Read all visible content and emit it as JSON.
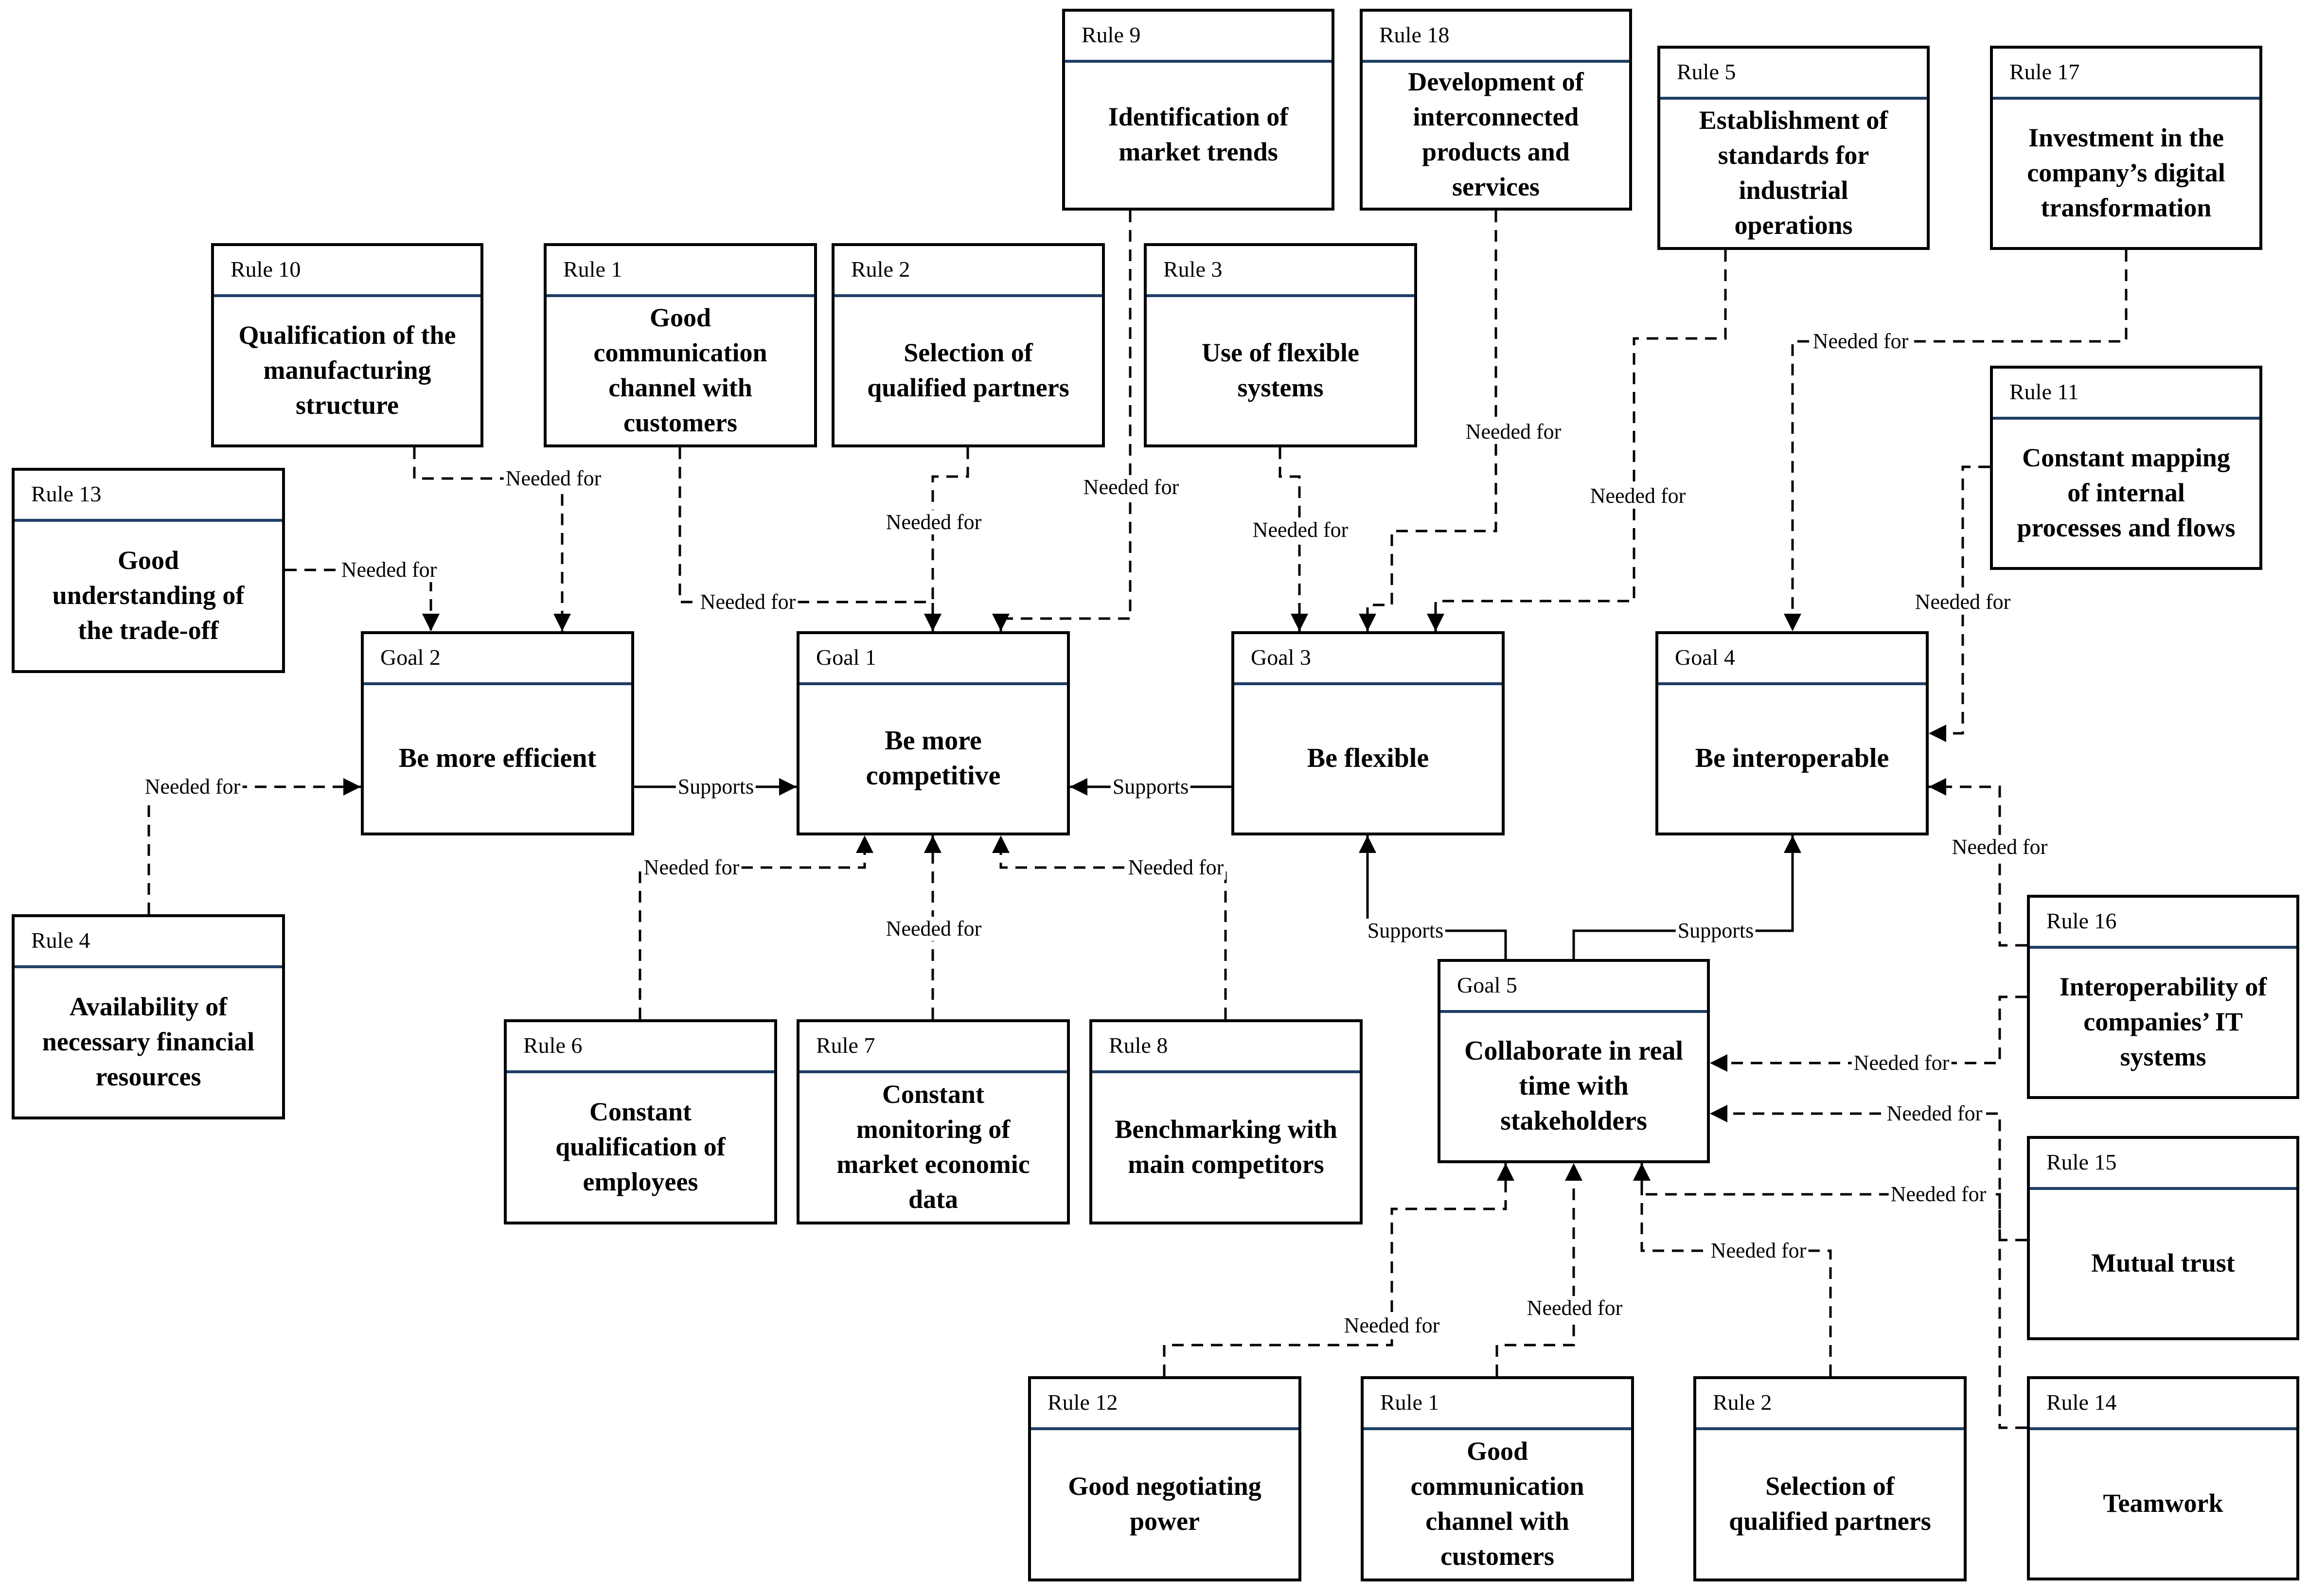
{
  "nodes": {
    "rule9": {
      "id": "Rule 9",
      "text": "Identification of\nmarket trends"
    },
    "rule18": {
      "id": "Rule 18",
      "text": "Development of\ninterconnected\nproducts and\nservices"
    },
    "rule5": {
      "id": "Rule 5",
      "text": "Establishment of\nstandards for\nindustrial\noperations"
    },
    "rule17": {
      "id": "Rule 17",
      "text": "Investment in the\ncompany’s digital\ntransformation"
    },
    "rule10": {
      "id": "Rule 10",
      "text": "Qualification of the\nmanufacturing\nstructure"
    },
    "rule1a": {
      "id": "Rule 1",
      "text": "Good\ncommunication\nchannel with\ncustomers"
    },
    "rule2a": {
      "id": "Rule 2",
      "text": "Selection of\nqualified partners"
    },
    "rule3": {
      "id": "Rule 3",
      "text": "Use of flexible\nsystems"
    },
    "rule11": {
      "id": "Rule 11",
      "text": "Constant mapping\nof internal\nprocesses and flows"
    },
    "rule13": {
      "id": "Rule 13",
      "text": "Good\nunderstanding of\nthe trade-off"
    },
    "goal2": {
      "id": "Goal 2",
      "text": "Be more efficient"
    },
    "goal1": {
      "id": "Goal 1",
      "text": "Be more\ncompetitive"
    },
    "goal3": {
      "id": "Goal 3",
      "text": "Be flexible"
    },
    "goal4": {
      "id": "Goal 4",
      "text": "Be interoperable"
    },
    "rule4": {
      "id": "Rule 4",
      "text": "Availability of\nnecessary financial\nresources"
    },
    "rule6": {
      "id": "Rule 6",
      "text": "Constant\nqualification of\nemployees"
    },
    "rule7": {
      "id": "Rule 7",
      "text": "Constant\nmonitoring of\nmarket economic\ndata"
    },
    "rule8": {
      "id": "Rule 8",
      "text": "Benchmarking with\nmain competitors"
    },
    "goal5": {
      "id": "Goal 5",
      "text": "Collaborate in real\ntime with\nstakeholders"
    },
    "rule16": {
      "id": "Rule 16",
      "text": "Interoperability of\ncompanies’ IT\nsystems"
    },
    "rule15": {
      "id": "Rule 15",
      "text": "Mutual trust"
    },
    "rule14": {
      "id": "Rule 14",
      "text": "Teamwork"
    },
    "rule12": {
      "id": "Rule 12",
      "text": "Good negotiating\npower"
    },
    "rule1b": {
      "id": "Rule 1",
      "text": "Good\ncommunication\nchannel with\ncustomers"
    },
    "rule2b": {
      "id": "Rule 2",
      "text": "Selection of\nqualified partners"
    }
  },
  "edge_labels": {
    "needed_for": "Needed for",
    "supports": "Supports"
  },
  "edges": [
    {
      "from": "Rule 10",
      "to": "Goal 2",
      "label": "Needed for"
    },
    {
      "from": "Rule 13",
      "to": "Goal 2",
      "label": "Needed for"
    },
    {
      "from": "Rule 4",
      "to": "Goal 2",
      "label": "Needed for"
    },
    {
      "from": "Rule 1",
      "to": "Goal 1",
      "label": "Needed for"
    },
    {
      "from": "Rule 2",
      "to": "Goal 1",
      "label": "Needed for"
    },
    {
      "from": "Rule 9",
      "to": "Goal 1",
      "label": "Needed for"
    },
    {
      "from": "Rule 6",
      "to": "Goal 1",
      "label": "Needed for"
    },
    {
      "from": "Rule 7",
      "to": "Goal 1",
      "label": "Needed for"
    },
    {
      "from": "Rule 8",
      "to": "Goal 1",
      "label": "Needed for"
    },
    {
      "from": "Goal 2",
      "to": "Goal 1",
      "label": "Supports"
    },
    {
      "from": "Goal 3",
      "to": "Goal 1",
      "label": "Supports"
    },
    {
      "from": "Rule 3",
      "to": "Goal 3",
      "label": "Needed for"
    },
    {
      "from": "Rule 18",
      "to": "Goal 3",
      "label": "Needed for"
    },
    {
      "from": "Rule 5",
      "to": "Goal 3",
      "label": "Needed for"
    },
    {
      "from": "Rule 17",
      "to": "Goal 4",
      "label": "Needed for"
    },
    {
      "from": "Rule 11",
      "to": "Goal 4",
      "label": "Needed for"
    },
    {
      "from": "Rule 16",
      "to": "Goal 4",
      "label": "Needed for"
    },
    {
      "from": "Goal 5",
      "to": "Goal 3",
      "label": "Supports"
    },
    {
      "from": "Goal 5",
      "to": "Goal 4",
      "label": "Supports"
    },
    {
      "from": "Rule 16",
      "to": "Goal 5",
      "label": "Needed for"
    },
    {
      "from": "Rule 15",
      "to": "Goal 5",
      "label": "Needed for"
    },
    {
      "from": "Rule 14",
      "to": "Goal 5",
      "label": "Needed for"
    },
    {
      "from": "Rule 12",
      "to": "Goal 5",
      "label": "Needed for"
    },
    {
      "from": "Rule 1",
      "to": "Goal 5",
      "label": "Needed for"
    },
    {
      "from": "Rule 2",
      "to": "Goal 5",
      "label": "Needed for"
    }
  ]
}
